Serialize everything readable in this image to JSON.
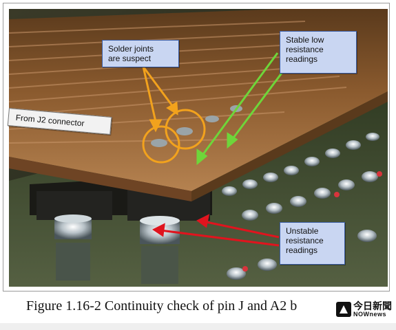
{
  "callouts": {
    "solder_joints": "Solder joints\nare suspect",
    "stable": "Stable low\nresistance\nreadings",
    "unstable": "Unstable\nresistance\nreadings",
    "from_j2": "From J2 connector"
  },
  "caption": "Figure 1.16-2 Continuity check of pin J and A2 b",
  "logo": {
    "cn": "今日新聞",
    "en": "NOWnews"
  },
  "colors": {
    "arrow_orange": "#f2a21d",
    "arrow_green": "#6ed63a",
    "arrow_red": "#e0141e",
    "callout_fill": "#c9d6f2",
    "callout_border": "#3b5ea6"
  },
  "icons": {
    "logo_mark": "nownews-logo-icon"
  }
}
